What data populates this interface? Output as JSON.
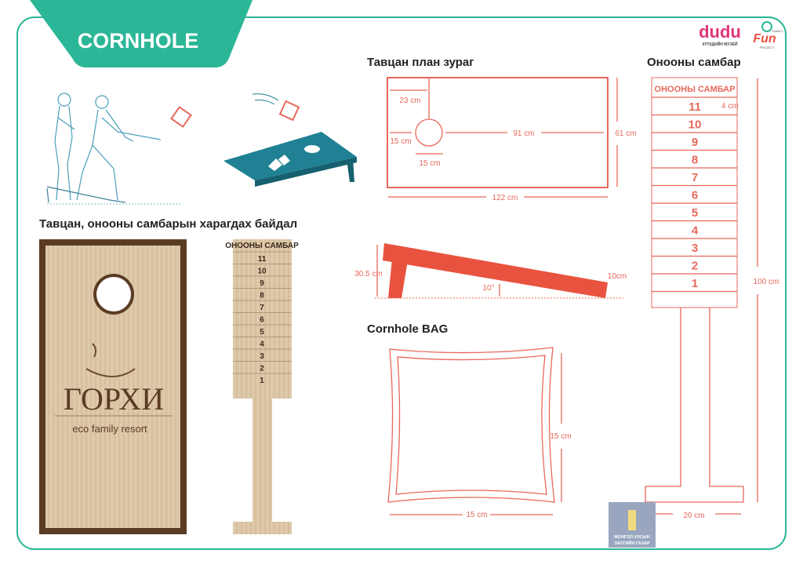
{
  "title": "CORNHOLE",
  "logos": {
    "museum_name": "dudu",
    "museum_subtitle": "ХҮҮХДИЙН МУЗЕЙ",
    "project_line1": "FAMILY",
    "project_name": "Fun",
    "project_line2": "PROJECT"
  },
  "view_section": {
    "heading": "Тавцан, онооны самбарын харагдах байдал",
    "board_logo": "ГОРХИ",
    "board_subtitle": "eco family resort"
  },
  "plan_section": {
    "heading": "Тавцан план зураг",
    "dims": {
      "hole_offset": "23 cm",
      "hole_edge": "15 cm",
      "hole_diameter": "15 cm",
      "hole_to_end": "91 cm",
      "width": "61 cm",
      "length": "122 cm"
    }
  },
  "side_section": {
    "dims": {
      "back_height": "30.5 cm",
      "angle": "10°",
      "front_height": "10cm"
    }
  },
  "bag_section": {
    "heading": "Cornhole BAG",
    "dims": {
      "height": "15 cm",
      "width": "15 cm"
    }
  },
  "scoreboard_section": {
    "heading": "Онооны самбар",
    "board_title": "ОНООНЫ САМБАР",
    "row_height": "4 cm",
    "scores": [
      "11",
      "10",
      "9",
      "8",
      "7",
      "6",
      "5",
      "4",
      "3",
      "2",
      "1"
    ],
    "total_height": "100 cm",
    "base_width": "20 cm"
  },
  "emblem": {
    "line1": "МОНГОЛ УЛСЫН",
    "line2": "ЗАСГИЙН ГАЗАР"
  },
  "colors": {
    "teal": "#2bb797",
    "red": "#e8685c",
    "board_blue": "#1f8193",
    "wood": "#dcc6a6"
  }
}
